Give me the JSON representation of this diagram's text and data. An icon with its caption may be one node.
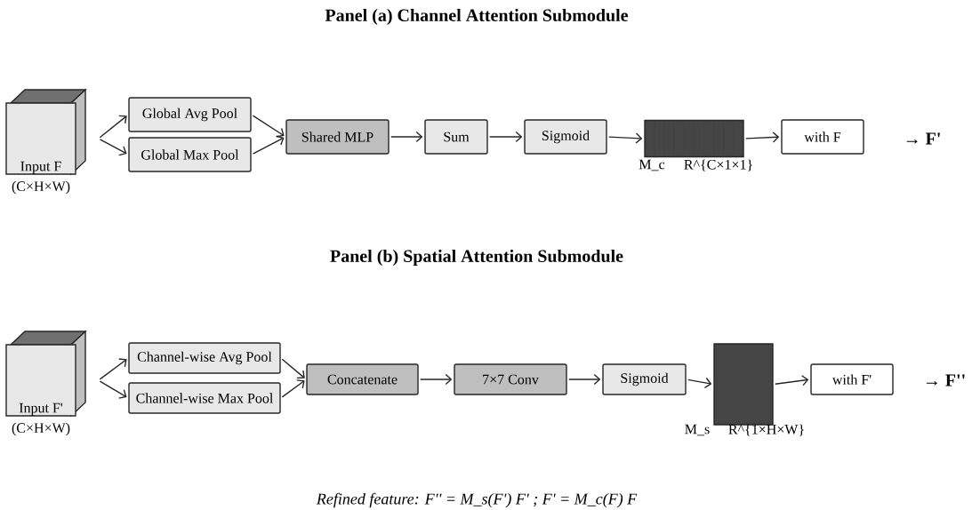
{
  "diagram": {
    "caption": "Refined feature: F'' = M_s(F') F' ; F' = M_c(F) F",
    "nodes": [
      {
        "text": [
          "Input F"
        ],
        "beside": [
          "(C×H×W)"
        ]
      },
      {
        "text": [
          "Global Avg Pool"
        ]
      },
      {
        "text": [
          "Global Max Pool"
        ]
      },
      {
        "text": [
          "Shared MLP"
        ]
      },
      {
        "text": [
          "Sum"
        ]
      },
      {
        "text": [
          "Sigmoid"
        ]
      },
      {
        "text": [],
        "shape": "bar",
        "beside": [
          "M_c",
          "R^{C×1×1}"
        ]
      },
      {
        "text": [
          "with F"
        ]
      },
      {
        "text": [
          "Input F'"
        ],
        "beside": [
          "(C×H×W)"
        ]
      },
      {
        "text": [
          "Channel-wise Avg Pool"
        ]
      },
      {
        "text": [
          "Channel-wise Max Pool"
        ]
      },
      {
        "text": [
          "Concatenate"
        ]
      },
      {
        "text": [
          "7×7 Conv"
        ]
      },
      {
        "text": [
          "Sigmoid"
        ]
      },
      {
        "text": [],
        "shape": "box",
        "beside": [
          "M_s",
          "R^{1×H×W}"
        ]
      },
      {
        "text": [
          "with F'"
        ]
      }
    ],
    "edges": [
      {
        "from": 0,
        "to": 1,
        "arrow": "to"
      },
      {
        "from": 0,
        "to": 2,
        "arrow": "to"
      },
      {
        "from": 1,
        "to": 3,
        "arrow": "to"
      },
      {
        "from": 2,
        "to": 3,
        "arrow": "to"
      },
      {
        "from": 3,
        "to": 4,
        "arrow": "to"
      },
      {
        "from": 4,
        "to": 5,
        "arrow": "to"
      },
      {
        "from": 5,
        "to": 6,
        "arrow": "to"
      },
      {
        "from": 6,
        "to": 7,
        "arrow": "to"
      },
      {
        "from": 8,
        "to": 9,
        "arrow": "to"
      },
      {
        "from": 8,
        "to": 10,
        "arrow": "to"
      },
      {
        "from": 9,
        "to": 11,
        "arrow": "to"
      },
      {
        "from": 10,
        "to": 11,
        "arrow": "to"
      },
      {
        "from": 11,
        "to": 12,
        "arrow": "to"
      },
      {
        "from": 12,
        "to": 13,
        "arrow": "to"
      },
      {
        "from": 13,
        "to": 14,
        "arrow": "to"
      },
      {
        "from": 14,
        "to": 15,
        "arrow": "to"
      }
    ],
    "labels": [
      "Panel (a) Channel Attention Submodule",
      "→ **F'**",
      "Panel (b) Spatial Attention Submodule",
      "→ **F''**"
    ]
  }
}
